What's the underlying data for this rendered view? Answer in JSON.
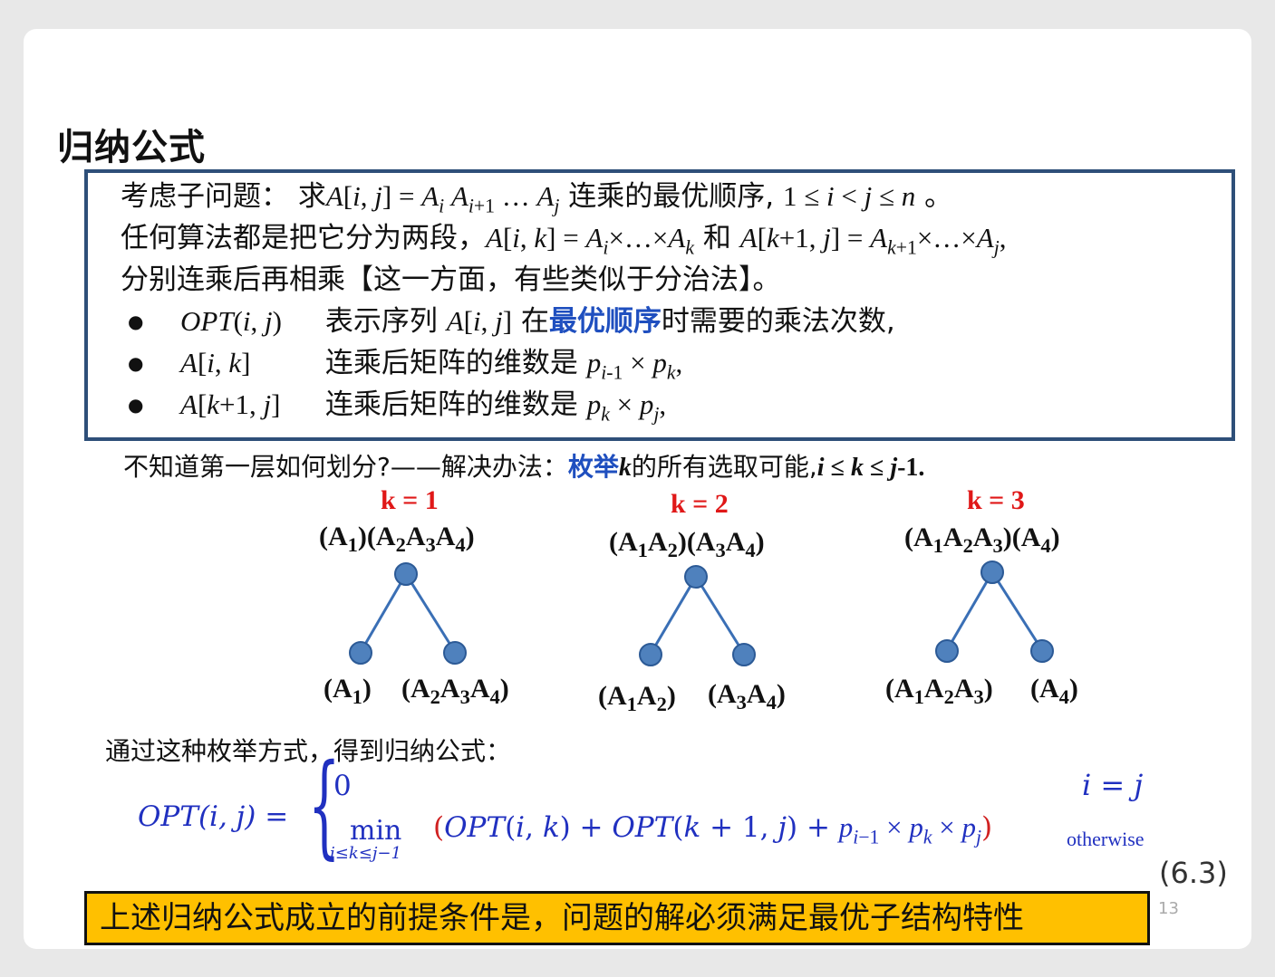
{
  "title": "归纳公式",
  "box": {
    "l1_pre": "考虑子问题： 求",
    "l1_post": "连乘的最优顺序,",
    "l1_end": "。",
    "l2_pre": "任何算法都是把它分为两段，",
    "l2_mid": "和",
    "l3": "分别连乘后再相乘【这一方面，有些类似于分治法】。",
    "b1_text_a": "表示序列",
    "b1_text_b": "在",
    "b1_highlight": "最优顺序",
    "b1_text_c": "时需要的乘法次数,",
    "b2_text": "连乘后矩阵的维数是",
    "b3_text": "连乘后矩阵的维数是",
    "bullet": "●"
  },
  "question": {
    "pre": "不知道第一层如何划分?——解决办法：",
    "highlight": "枚举",
    "post": "的所有选取可能,"
  },
  "trees": [
    {
      "k_label": "k = 1",
      "top": [
        "A1",
        "A2A3A4"
      ],
      "left": "A1",
      "right": "A2A3A4"
    },
    {
      "k_label": "k = 2",
      "top": [
        "A1A2",
        "A3A4"
      ],
      "left": "A1A2",
      "right": "A3A4"
    },
    {
      "k_label": "k = 3",
      "top": [
        "A1A2A3",
        "A4"
      ],
      "left": "A1A2A3",
      "right": "A4"
    }
  ],
  "derive_text": "通过这种枚举方式，得到归纳公式：",
  "formula": {
    "lhs": "OPT(i, j) =",
    "case1_value": "0",
    "case1_cond": "i = j",
    "case2_min": "min",
    "case2_range": "i≤k≤j−1",
    "case2_cond": "otherwise"
  },
  "eq_number": "(6.3)",
  "page_number": "13",
  "conclusion": "上述归纳公式成立的前提条件是，问题的解必须满足最优子结构特性",
  "colors": {
    "box_border": "#2e4f79",
    "highlight_bg": "#ffc000",
    "k_label": "#e01818",
    "formula": "#2030c0",
    "tree_line": "#3a6fb5",
    "node_fill": "#4f81bd"
  }
}
